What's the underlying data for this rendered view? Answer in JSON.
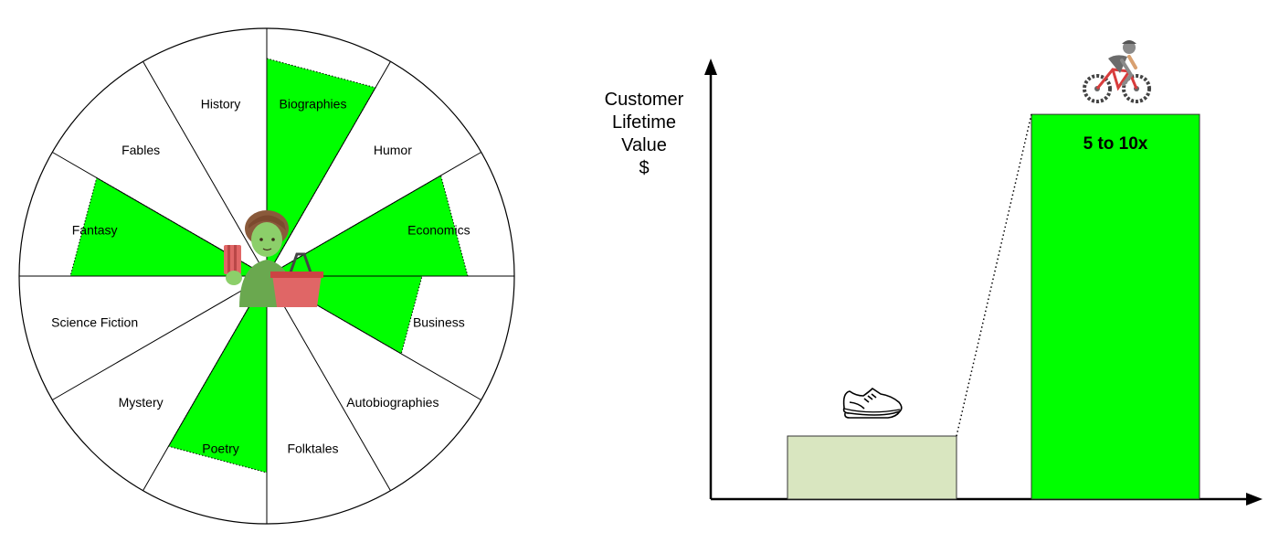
{
  "wheel": {
    "categories": [
      {
        "label": "Biographies",
        "filled": true
      },
      {
        "label": "Humor",
        "filled": false
      },
      {
        "label": "Economics",
        "filled": true
      },
      {
        "label": "Business",
        "filled": true
      },
      {
        "label": "Autobiographies",
        "filled": false
      },
      {
        "label": "Folktales",
        "filled": false
      },
      {
        "label": "Poetry",
        "filled": true
      },
      {
        "label": "Mystery",
        "filled": false
      },
      {
        "label": "Science Fiction",
        "filled": false
      },
      {
        "label": "Fantasy",
        "filled": true
      },
      {
        "label": "Fables",
        "filled": false
      },
      {
        "label": "History",
        "filled": false
      }
    ],
    "colors": {
      "fill": "#00ff00",
      "line": "#000000"
    }
  },
  "value_chart": {
    "ylabel_lines": [
      "Customer",
      "Lifetime",
      "Value",
      "$"
    ],
    "bars": [
      {
        "name": "walking",
        "relative_value": 1,
        "label": "",
        "color": "#d9e6c0",
        "icon": "running-shoe-icon"
      },
      {
        "name": "cycling",
        "relative_value": 6.1,
        "label": "5 to 10x",
        "color": "#00ff00",
        "icon": "cyclist-icon"
      }
    ]
  }
}
